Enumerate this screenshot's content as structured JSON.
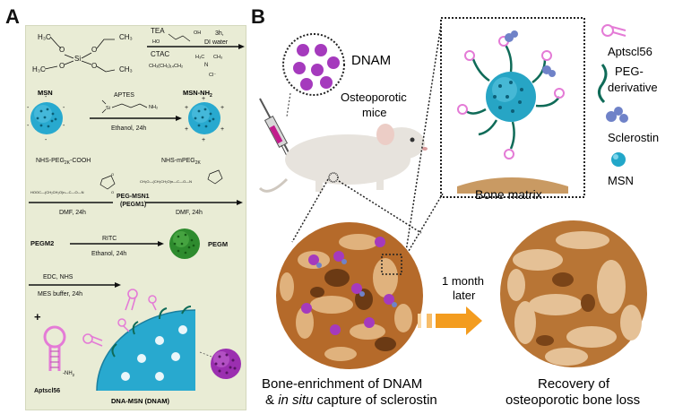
{
  "panel_a": {
    "letter": "A",
    "step1": {
      "tea": "TEA",
      "time": "3h,",
      "solvent": "DI water",
      "ctac": "CTAC"
    },
    "step2": {
      "start": "MSN",
      "reagent": "APTES",
      "cond": "Ethanol, 24h",
      "product": "MSN-NH",
      "product_sub": "2"
    },
    "step3": {
      "reagent": "NHS-PEG",
      "reagent_sub": "2K",
      "reagent_tail": "-COOH",
      "cond": "DMF, 24h",
      "product": "PEG-MSN1",
      "product2": "(PEGM1)",
      "reagent2": "NHS-mPEG",
      "reagent2_sub": "2K",
      "cond2": "DMF, 24h"
    },
    "step4": {
      "start": "PEGM2",
      "reagent": "RITC",
      "cond": "Ethanol, 24h",
      "product": "PEGM"
    },
    "step5": {
      "reagent": "EDC, NHS",
      "cond": "MES buffer, 24h",
      "plus": "+",
      "nh2": "-NH",
      "nh2_sub": "2",
      "aptamer": "Aptscl56",
      "product": "DNA-MSN (DNAM)"
    },
    "chem": {
      "h3c": "H₃C",
      "ch3": "CH₃",
      "si": "Si",
      "o": "O",
      "oh": "OH",
      "ho": "HO",
      "n": "N",
      "cl": "Cl⁻",
      "chain": "CH₃(CH₂)₁₄CH₂",
      "h3c_n": "H₃C",
      "ch3_n": "CH₃",
      "nh2": "NH₂",
      "peg_chain": "HOOC—(CH₂CH₂O)n—C—O—N",
      "mpeg_chain": "CH₃O—(CH₂CH₂O)n—C—O—N"
    }
  },
  "panel_b": {
    "letter": "B",
    "dnam": "DNAM",
    "mice": "Osteoporotic\nmice",
    "bone_matrix": "Bone matrix",
    "later": "1 month\nlater",
    "caption_left_1": "Bone-enrichment of DNAM",
    "caption_left_2a": "& ",
    "caption_left_2b": "in situ",
    "caption_left_2c": " capture of sclerostin",
    "caption_right_1": "Recovery of",
    "caption_right_2": "osteoporotic bone loss",
    "legend": [
      {
        "label": "Aptscl56",
        "color": "#e47bd6"
      },
      {
        "label": "PEG-\nderivative",
        "color": "#0f6b58"
      },
      {
        "label": "Sclerostin",
        "color": "#6f82c8"
      },
      {
        "label": "MSN",
        "color": "#22a7c9"
      }
    ]
  }
}
